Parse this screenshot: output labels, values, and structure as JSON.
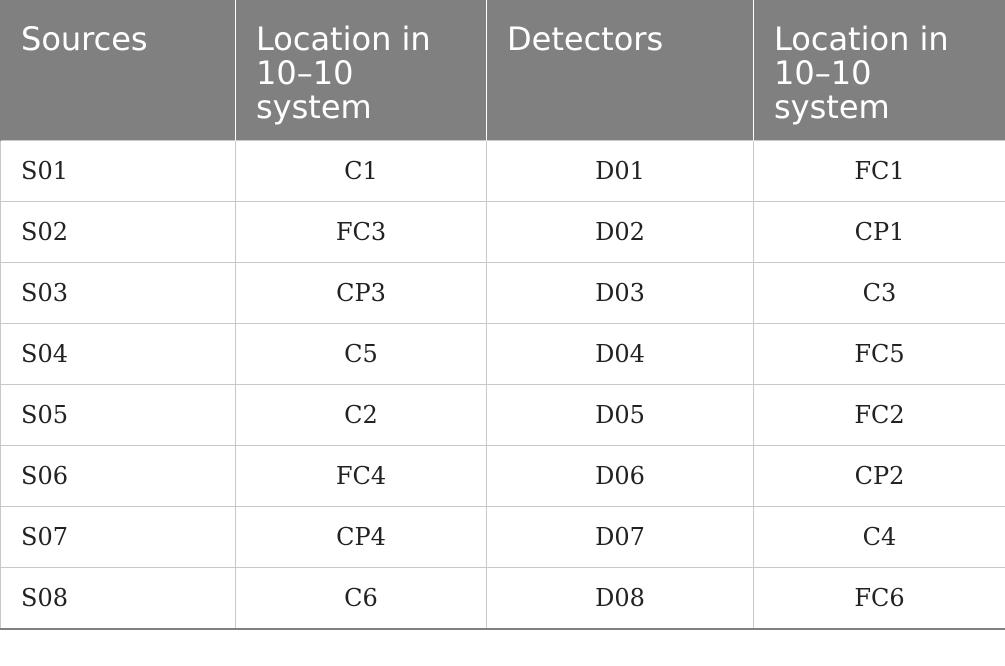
{
  "table": {
    "headers": [
      "Sources",
      "Location in 10–10 system",
      "Detectors",
      "Location in 10–10 system"
    ],
    "rows": [
      [
        "S01",
        "C1",
        "D01",
        "FC1"
      ],
      [
        "S02",
        "FC3",
        "D02",
        "CP1"
      ],
      [
        "S03",
        "CP3",
        "D03",
        "C3"
      ],
      [
        "S04",
        "C5",
        "D04",
        "FC5"
      ],
      [
        "S05",
        "C2",
        "D05",
        "FC2"
      ],
      [
        "S06",
        "FC4",
        "D06",
        "CP2"
      ],
      [
        "S07",
        "CP4",
        "D07",
        "C4"
      ],
      [
        "S08",
        "C6",
        "D08",
        "FC6"
      ]
    ]
  }
}
